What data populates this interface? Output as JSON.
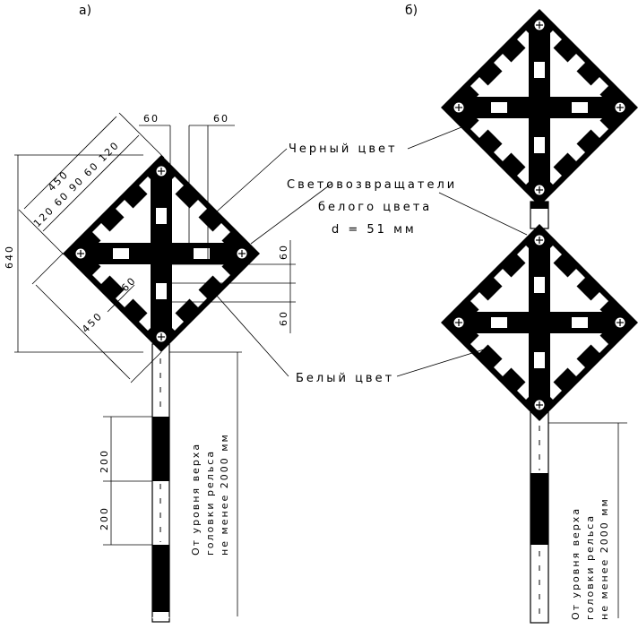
{
  "panel_a_label": "а)",
  "panel_b_label": "б)",
  "labels": {
    "black": "Черный цвет",
    "reflectors_line1": "Световозвращатели",
    "reflectors_line2": "белого цвета",
    "reflectors_line3": "d = 51 мм",
    "white": "Белый цвет"
  },
  "dimensions": {
    "top_left": "60",
    "top_right": "60",
    "height_total": "640",
    "side_outer": "450",
    "side_chain": "120 60 90 60 120",
    "inner_diag": "60",
    "side_inner": "450",
    "right_upper": "60",
    "right_lower": "60",
    "post_band_1": "200",
    "post_band_2": "200"
  },
  "height_note": {
    "line1": "От уровня верха",
    "line2": "головки рельса",
    "line3": "не менее 2000 мм"
  },
  "colors": {
    "ink": "#000000",
    "paper": "#ffffff"
  }
}
